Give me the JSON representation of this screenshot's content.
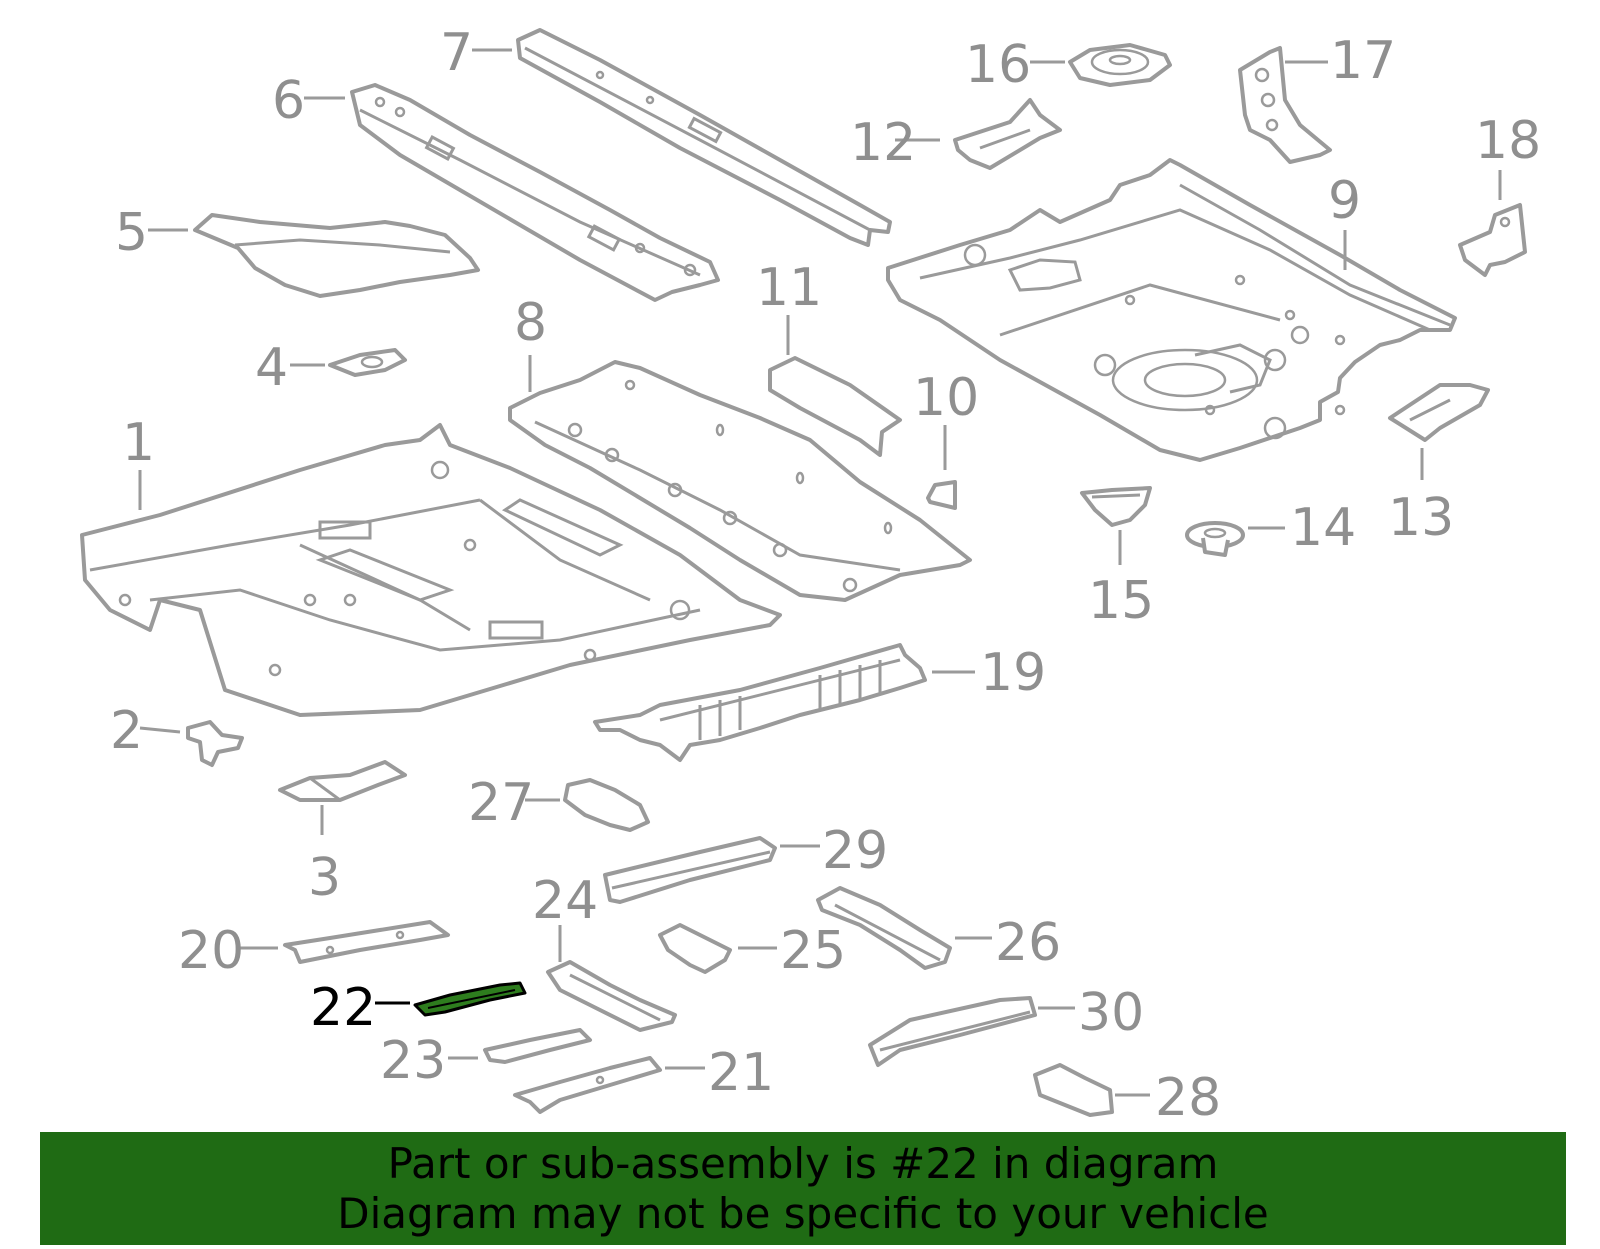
{
  "diagram": {
    "highlight_color": "#2e7d1e",
    "line_color": "#9a9a9a",
    "highlighted_part": "22",
    "callouts": [
      {
        "id": "1",
        "label": "1"
      },
      {
        "id": "2",
        "label": "2"
      },
      {
        "id": "3",
        "label": "3"
      },
      {
        "id": "4",
        "label": "4"
      },
      {
        "id": "5",
        "label": "5"
      },
      {
        "id": "6",
        "label": "6"
      },
      {
        "id": "7",
        "label": "7"
      },
      {
        "id": "8",
        "label": "8"
      },
      {
        "id": "9",
        "label": "9"
      },
      {
        "id": "10",
        "label": "10"
      },
      {
        "id": "11",
        "label": "11"
      },
      {
        "id": "12",
        "label": "12"
      },
      {
        "id": "13",
        "label": "13"
      },
      {
        "id": "14",
        "label": "14"
      },
      {
        "id": "15",
        "label": "15"
      },
      {
        "id": "16",
        "label": "16"
      },
      {
        "id": "17",
        "label": "17"
      },
      {
        "id": "18",
        "label": "18"
      },
      {
        "id": "19",
        "label": "19"
      },
      {
        "id": "20",
        "label": "20"
      },
      {
        "id": "21",
        "label": "21"
      },
      {
        "id": "22",
        "label": "22"
      },
      {
        "id": "23",
        "label": "23"
      },
      {
        "id": "24",
        "label": "24"
      },
      {
        "id": "25",
        "label": "25"
      },
      {
        "id": "26",
        "label": "26"
      },
      {
        "id": "27",
        "label": "27"
      },
      {
        "id": "28",
        "label": "28"
      },
      {
        "id": "29",
        "label": "29"
      },
      {
        "id": "30",
        "label": "30"
      }
    ]
  },
  "banner": {
    "background": "#1f6b14",
    "line1": "Part or sub-assembly is #22 in diagram",
    "line2": "Diagram may not be specific to your vehicle"
  }
}
